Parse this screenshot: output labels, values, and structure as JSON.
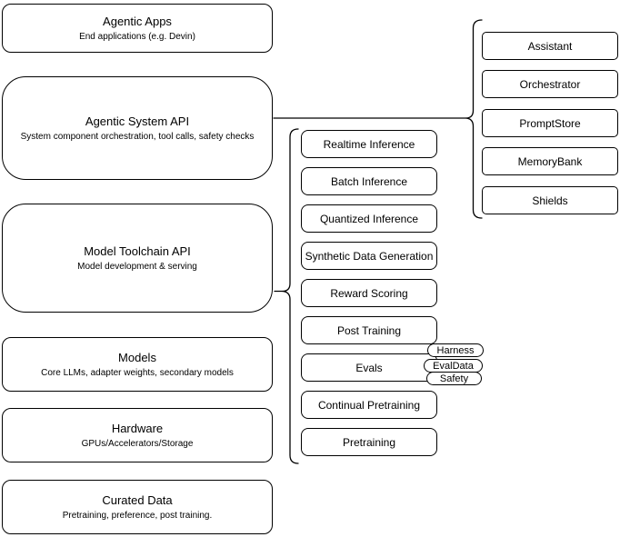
{
  "diagram": {
    "layers": [
      {
        "title": "Agentic Apps",
        "subtitle": "End applications (e.g. Devin)"
      },
      {
        "title": "Agentic System API",
        "subtitle": "System component orchestration, tool calls, safety checks"
      },
      {
        "title": "Model Toolchain API",
        "subtitle": "Model development & serving"
      },
      {
        "title": "Models",
        "subtitle": "Core LLMs, adapter weights, secondary models"
      },
      {
        "title": "Hardware",
        "subtitle": "GPUs/Accelerators/Storage"
      },
      {
        "title": "Curated Data",
        "subtitle": "Pretraining, preference, post training."
      }
    ],
    "toolchain_items": [
      "Realtime Inference",
      "Batch Inference",
      "Quantized Inference",
      "Synthetic Data Generation",
      "Reward Scoring",
      "Post Training",
      "Evals",
      "Continual Pretraining",
      "Pretraining"
    ],
    "evals_tags": [
      "Harness",
      "EvalData",
      "Safety"
    ],
    "system_components": [
      "Assistant",
      "Orchestrator",
      "PromptStore",
      "MemoryBank",
      "Shields"
    ],
    "colors": {
      "stroke": "#000000",
      "fill": "#ffffff",
      "text": "#000000"
    }
  }
}
